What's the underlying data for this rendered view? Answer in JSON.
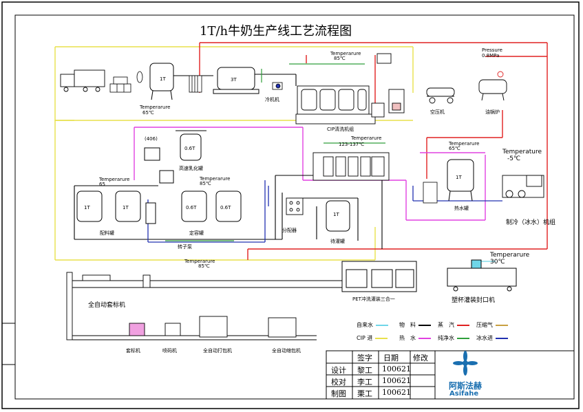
{
  "title": "1T/h牛奶生产线工艺流程图",
  "labels": {
    "temp_65_a": "Temperarure",
    "temp_65_a_val": "65℃",
    "temp_85_top": "Temperarure",
    "temp_85_top_val": "85℃",
    "pressure": "Pressure",
    "pressure_val": "0.8MPa",
    "temp_123": "Temperarure",
    "temp_123_val": "123-137℃",
    "temp_65_b": "Temperarure",
    "temp_65_b_val": "65℃",
    "temp_minus5": "Temperature",
    "temp_minus5_val": "-5℃",
    "temp_65_c": "Temperarure",
    "temp_65_c_val": "65",
    "temp_85_mid": "Temperarure",
    "temp_85_mid_val": "85℃",
    "temp_85_low": "Temperarure",
    "temp_85_low_val": "85℃",
    "temp_30": "Temperarure",
    "temp_30_val": "30℃",
    "cooler": "冷机机",
    "cip": "CIP清洗机组",
    "air_comp": "空压机",
    "boiler": "油锅炉",
    "code406": "(406)",
    "homogenizer": "高速乳化罐",
    "hot_tank": "热水罐",
    "chiller": "制冷（冰水）机组",
    "mix_tank": "配料罐",
    "aging_tank": "定容罐",
    "distributor": "分配器",
    "storage": "待灌罐",
    "pump": "转子泵",
    "pet_filler": "PET冲洗灌装三合一",
    "cup_filler": "塑杯灌装封口机",
    "labeler": "全自动套标机",
    "shrink_label": "套标机",
    "coder": "喷码机",
    "case_packer": "全自动打包机",
    "shrink_wrap": "全自动缩包机",
    "tank_1t_a": "1T",
    "tank_1t_b": "1T",
    "tank_06t_a": "0.6T",
    "tank_06t_b": "0.6T",
    "tank_1t_top": "1T",
    "tank_3t": "3T",
    "tank_06t_c": "0.6T",
    "tank_1t_c": "1T",
    "tank_1t_d": "1T"
  },
  "legend": [
    {
      "label": "自来水",
      "color": "#6fd6e8"
    },
    {
      "label": "物　料",
      "color": "#000000"
    },
    {
      "label": "蒸　汽",
      "color": "#e02020"
    },
    {
      "label": "压缩气",
      "color": "#c8a040"
    },
    {
      "label": "CIP 进",
      "color": "#e8e04a"
    },
    {
      "label": "热　水",
      "color": "#e040e0"
    },
    {
      "label": "纯净水",
      "color": "#2e9e3a"
    },
    {
      "label": "冰水进",
      "color": "#2030b0"
    }
  ],
  "title_block": {
    "headers": [
      "签字",
      "日期",
      "修改"
    ],
    "rows": [
      {
        "role": "设计",
        "name": "黎工",
        "date": "100621"
      },
      {
        "role": "校对",
        "name": "李工",
        "date": "100621"
      },
      {
        "role": "制图",
        "name": "栗工",
        "date": "100621"
      }
    ]
  },
  "logo": {
    "cn": "阿斯法赫",
    "en": "Asifahe",
    "color": "#1a6fb0"
  }
}
